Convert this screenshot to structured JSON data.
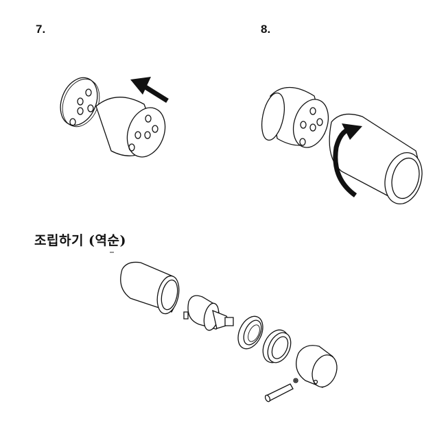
{
  "steps": [
    {
      "number": "7."
    },
    {
      "number": "8."
    }
  ],
  "assembly_heading": "조립하기 (역순)",
  "icons": {
    "step7": [
      "knob-face-plate-icon",
      "knob-cylinder-icon",
      "push-arrow-icon"
    ],
    "step8": [
      "knob-cylinder-icon",
      "sleeve-tube-icon",
      "rotate-arrow-icon"
    ],
    "assembly": [
      "sleeve-tube-icon",
      "cartridge-icon",
      "nut-ring-icon",
      "spacer-ring-icon",
      "knob-cap-icon",
      "set-screw-icon",
      "pin-icon"
    ]
  },
  "colors": {
    "line": "#111111",
    "background": "#ffffff"
  }
}
